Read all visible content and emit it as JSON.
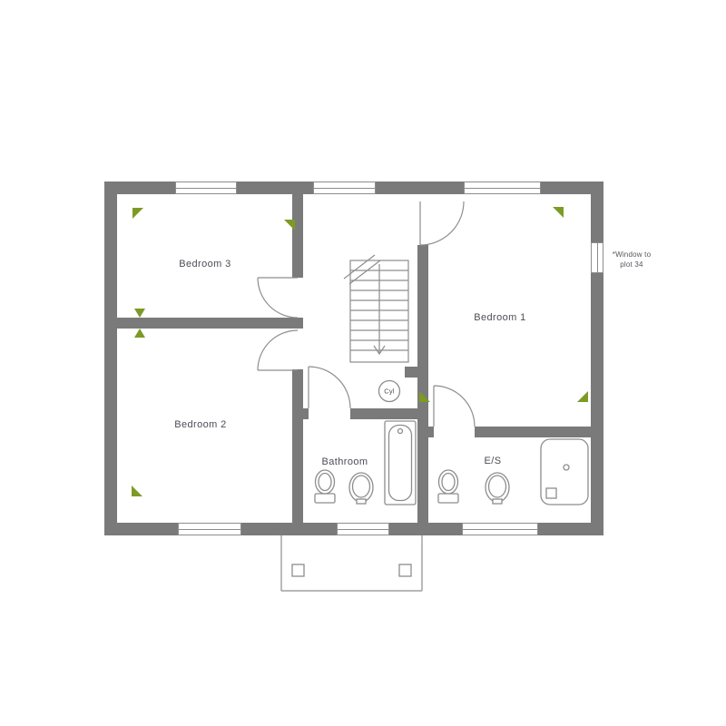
{
  "rooms": {
    "bedroom1": "Bedroom 1",
    "bedroom2": "Bedroom 2",
    "bedroom3": "Bedroom 3",
    "bathroom": "Bathroom",
    "ensuite": "E/S",
    "cylinder": "Cyl"
  },
  "notes": {
    "window": {
      "line1": "*Window to",
      "line2": "plot 34"
    }
  },
  "colors": {
    "wall": "#7a7a7a",
    "line": "#8d8d8d",
    "text": "#4c4c55",
    "marker": "#7d9a26",
    "bg": "#ffffff"
  }
}
